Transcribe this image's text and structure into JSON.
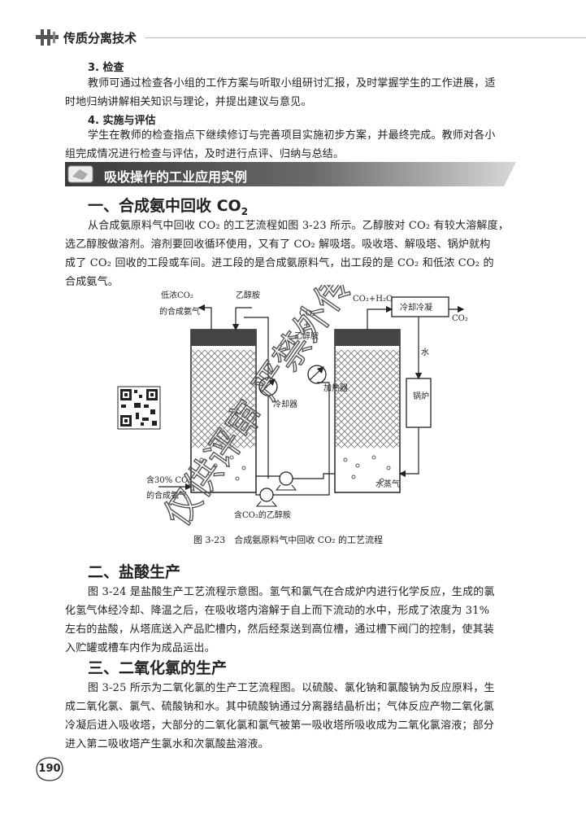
{
  "header": {
    "title": "传质分离技术"
  },
  "section3": {
    "heading": "3. 检查",
    "lines": [
      "教师可通过检查各小组的工作方案与听取小组研讨汇报，及时掌握学生的工作进展，适",
      "时地归纳讲解相关知识与理论，并提出建议与意见。"
    ]
  },
  "section4": {
    "heading": "4. 实施与评估",
    "lines": [
      "学生在教师的检查指点下继续修订与完善项目实施初步方案，并最终完成。教师对各小",
      "组完成情况进行检查与评估，及时进行点评、归纳与总结。"
    ]
  },
  "banner": {
    "title": "吸收操作的工业应用实例"
  },
  "part1": {
    "title": "一、合成氨中回收 CO",
    "title_sub": "2",
    "lines": [
      "从合成氨原料气中回收 CO₂ 的工艺流程如图 3-23 所示。乙醇胺对 CO₂ 有较大溶解度，",
      "选乙醇胺做溶剂。溶剂要回收循环使用，又有了 CO₂ 解吸塔。吸收塔、解吸塔、锅炉就构",
      "成了 CO₂ 回收的工段或车间。进工段的是合成氨原料气，出工段的是 CO₂ 和低浓 CO₂ 的",
      "合成氨气。"
    ]
  },
  "figure": {
    "caption": "图 3-23　合成氨原料气中回收 CO₂ 的工艺流程",
    "labels": {
      "low_co2": "低浓CO₂",
      "syngas": "的合成氨气",
      "ethanolamine": "乙醇胺",
      "co2": "CO₂",
      "plus": "+",
      "co2_h2o": "CO₂+H₂O",
      "condenser": "冷却冷凝",
      "co2_out": "CO₂",
      "water": "水",
      "boiler": "锅炉",
      "heater": "加热器",
      "cooler": "冷却器",
      "steam": "水蒸气",
      "feed_line1": "含30% CO₂",
      "feed_line2": "的合成氨气",
      "rich_amine": "含CO₂的乙醇胺"
    }
  },
  "part2": {
    "title": "二、盐酸生产",
    "lines": [
      "图 3-24 是盐酸生产工艺流程示意图。氢气和氯气在合成炉内进行化学反应，生成的氯",
      "化氢气体经冷却、降温之后，在吸收塔内溶解于自上而下流动的水中，形成了浓度为 31%",
      "左右的盐酸，从塔底送入产品贮槽内，然后经泵送到高位槽，通过槽下阀门的控制，使其装",
      "入贮罐或槽车内作为成品运出。"
    ]
  },
  "part3": {
    "title": "三、二氧化氯的生产",
    "lines": [
      "图 3-25 所示为二氧化氯的生产工艺流程图。以硫酸、氯化钠和氯酸钠为反应原料，生",
      "成二氧化氯、氯气、硫酸钠和水。其中硫酸钠通过分离器结晶析出；气体反应产物二氧化氯",
      "冷凝后进入吸收塔，大部分的二氧化氯和氯气被第一吸收塔所吸收成为二氧化氯溶液；部分",
      "进入第二吸收塔产生氯水和次氯酸盐溶液。"
    ]
  },
  "watermark": {
    "text": "仅供评审 严禁外传"
  },
  "page_number": "190",
  "colors": {
    "banner": "#4a4a4a",
    "accent": "#555555"
  }
}
